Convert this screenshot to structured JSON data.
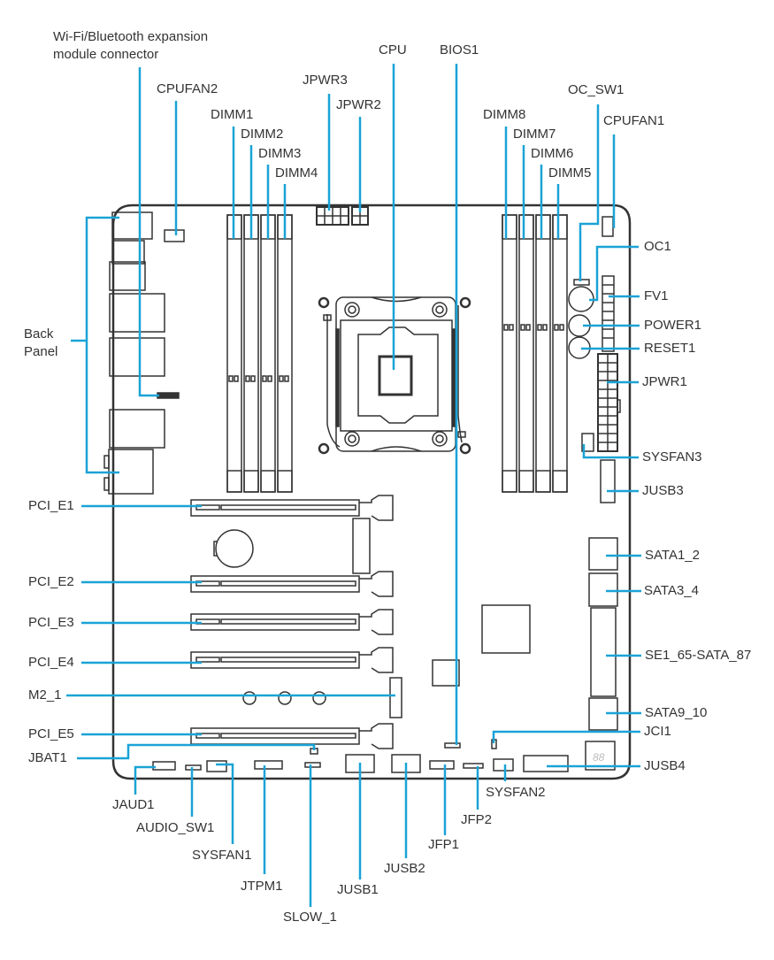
{
  "diagram": {
    "title": "Motherboard layout",
    "leader_color": "#1aa3d6",
    "outline_color": "#333333",
    "seven_segment_text": "88",
    "labels": {
      "wifi_bt_line1": "Wi-Fi/Bluetooth expansion",
      "wifi_bt_line2": "module connector",
      "cpu": "CPU",
      "bios1": "BIOS1",
      "cpufan2": "CPUFAN2",
      "jpwr3": "JPWR3",
      "jpwr2": "JPWR2",
      "dimm1": "DIMM1",
      "dimm2": "DIMM2",
      "dimm3": "DIMM3",
      "dimm4": "DIMM4",
      "dimm8": "DIMM8",
      "dimm7": "DIMM7",
      "dimm6": "DIMM6",
      "dimm5": "DIMM5",
      "oc_sw1": "OC_SW1",
      "cpufan1": "CPUFAN1",
      "oc1": "OC1",
      "fv1": "FV1",
      "power1": "POWER1",
      "reset1": "RESET1",
      "jpwr1": "JPWR1",
      "sysfan3": "SYSFAN3",
      "jusb3": "JUSB3",
      "sata1_2": "SATA1_2",
      "sata3_4": "SATA3_4",
      "se1_65_sata_87": "SE1_65-SATA_87",
      "sata9_10": "SATA9_10",
      "jci1": "JCI1",
      "jusb4": "JUSB4",
      "back_panel_line1": "Back",
      "back_panel_line2": "Panel",
      "pci_e1": "PCI_E1",
      "pci_e2": "PCI_E2",
      "pci_e3": "PCI_E3",
      "pci_e4": "PCI_E4",
      "m2_1": "M2_1",
      "pci_e5": "PCI_E5",
      "jbat1": "JBAT1",
      "jaud1": "JAUD1",
      "audio_sw1": "AUDIO_SW1",
      "sysfan1": "SYSFAN1",
      "jtpm1": "JTPM1",
      "slow_1": "SLOW_1",
      "jusb1": "JUSB1",
      "jusb2": "JUSB2",
      "jfp1": "JFP1",
      "jfp2": "JFP2",
      "sysfan2": "SYSFAN2"
    }
  }
}
